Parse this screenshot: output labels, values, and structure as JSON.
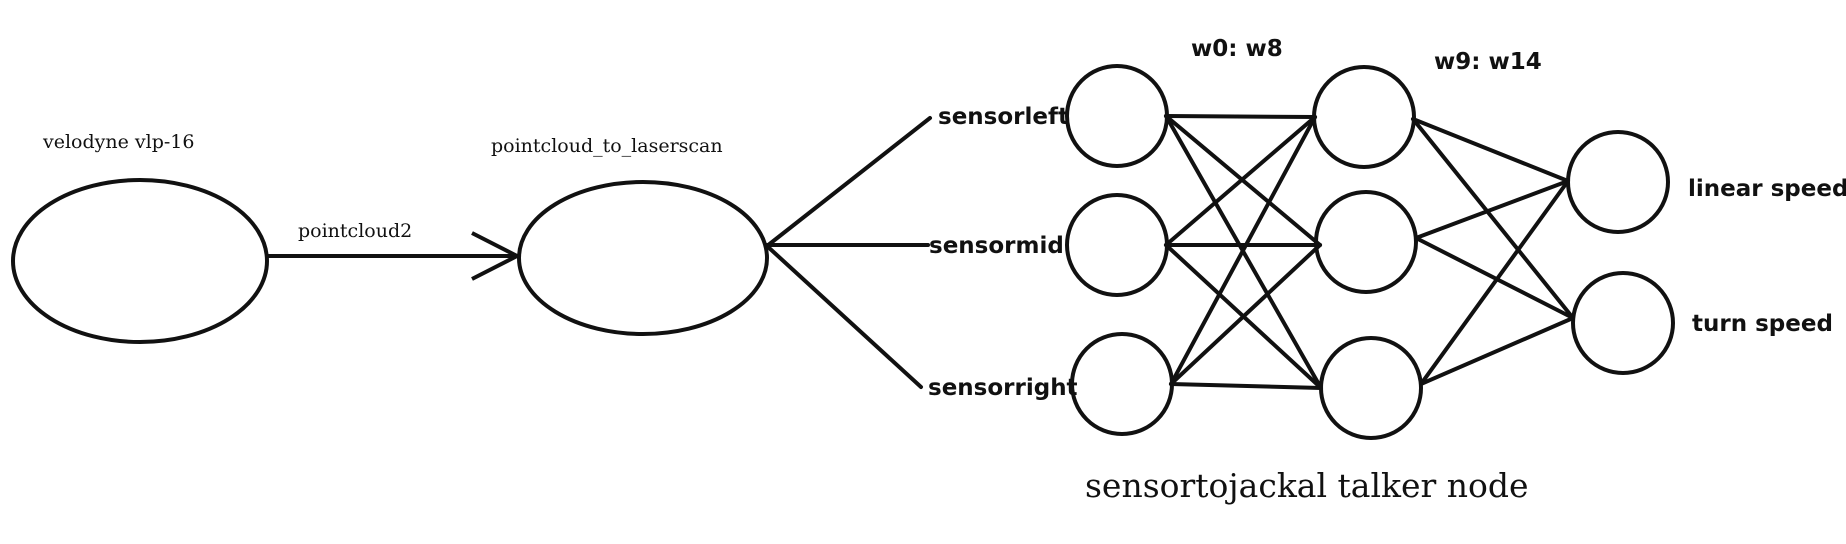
{
  "nodes": {
    "velodyne": {
      "label": "velodyne vlp-16"
    },
    "converter": {
      "label": "pointcloud_to_laserscan"
    }
  },
  "edge_label": "pointcloud2",
  "sensors": [
    "sensorleft",
    "sensormid",
    "sensorright"
  ],
  "weight_labels": {
    "input_hidden": "w0: w8",
    "hidden_output": "w9: w14"
  },
  "outputs": [
    "linear speed",
    "turn speed"
  ],
  "caption": "sensortojackal talker node",
  "colors": {
    "ink": "#111111",
    "background": "#ffffff"
  }
}
